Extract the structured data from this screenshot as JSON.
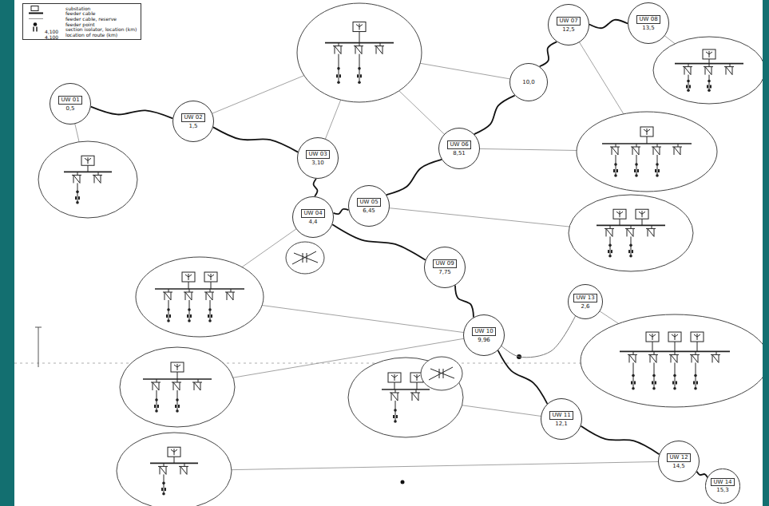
{
  "diagram": {
    "nodes": [
      {
        "text": [
          "UW 01",
          "0,5"
        ]
      },
      {
        "text": [
          "UW 02",
          "1,5"
        ]
      },
      {
        "text": [
          "UW 03",
          "3,10"
        ]
      },
      {
        "text": [
          "UW 06",
          "8,51"
        ]
      },
      {
        "text": [
          "10,0"
        ]
      },
      {
        "text": [
          "UW 07",
          "12,5"
        ]
      },
      {
        "text": [
          "UW 08",
          "13,5"
        ]
      },
      {
        "text": [
          "UW 04",
          "4,4"
        ]
      },
      {
        "text": [
          "UW 05",
          "6,45"
        ]
      },
      {
        "text": [
          "UW 09",
          "7,75"
        ]
      },
      {
        "text": [
          "UW 10",
          "9,96"
        ]
      },
      {
        "text": [
          "UW 13",
          "2,6"
        ]
      },
      {
        "text": [
          "UW 11",
          "12,1"
        ]
      },
      {
        "text": [
          "UW 12",
          "14,5"
        ]
      },
      {
        "text": [
          "UW 14",
          "15,3"
        ]
      }
    ],
    "edges": [
      {
        "from": 0,
        "to": 1,
        "arrow": "none"
      },
      {
        "from": 1,
        "to": 2,
        "arrow": "none"
      },
      {
        "from": 2,
        "to": 7,
        "arrow": "none"
      },
      {
        "from": 7,
        "to": 8,
        "arrow": "none"
      },
      {
        "from": 8,
        "to": 3,
        "arrow": "none"
      },
      {
        "from": 3,
        "to": 4,
        "arrow": "none"
      },
      {
        "from": 4,
        "to": 5,
        "arrow": "none"
      },
      {
        "from": 5,
        "to": 6,
        "arrow": "none"
      },
      {
        "from": 7,
        "to": 9,
        "arrow": "none"
      },
      {
        "from": 9,
        "to": 10,
        "arrow": "none"
      },
      {
        "from": 10,
        "to": 12,
        "arrow": "none"
      },
      {
        "from": 12,
        "to": 13,
        "arrow": "none"
      },
      {
        "from": 13,
        "to": 14,
        "arrow": "none"
      },
      {
        "from": 10,
        "to": 11,
        "arrow": "none"
      }
    ],
    "labels": [
      "4,100",
      "4,100"
    ],
    "legend": [
      {
        "text": "substation"
      },
      {
        "text": "feeder cable"
      },
      {
        "text": "feeder cable, reserve"
      },
      {
        "text": "feeder point"
      },
      {
        "text": "section isolator, location (km)"
      },
      {
        "text": "location of route (km)"
      }
    ]
  }
}
